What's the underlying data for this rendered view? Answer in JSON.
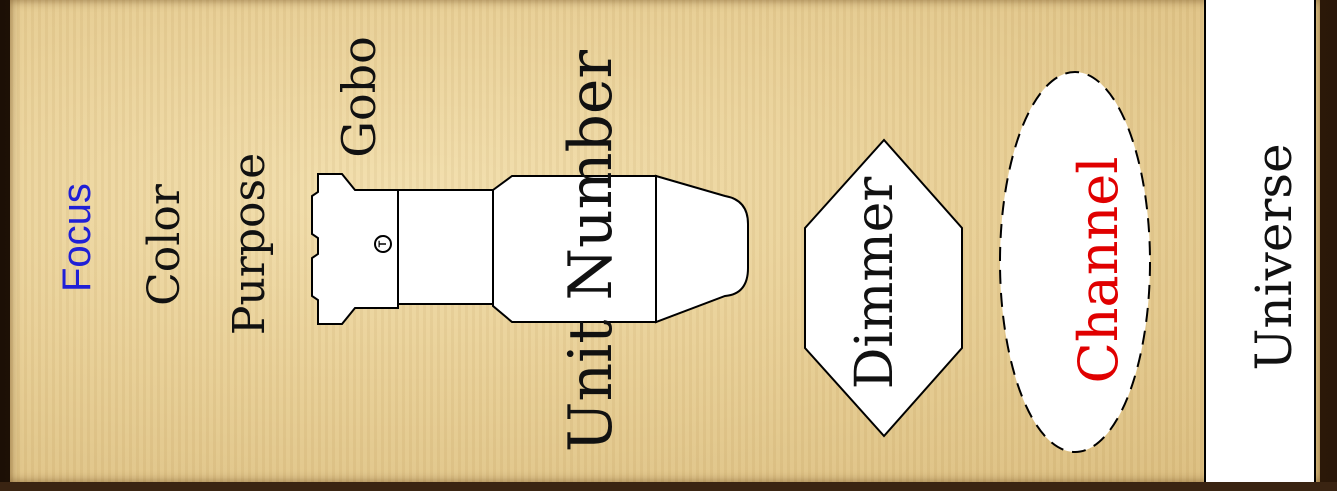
{
  "labels": {
    "focus": "Focus",
    "color": "Color",
    "purpose": "Purpose",
    "gobo": "Gobo",
    "unit_number": "Unit Number",
    "dimmer": "Dimmer",
    "channel": "Channel",
    "universe": "Universe"
  },
  "symbol": {
    "fixture_letter": "T"
  },
  "colors": {
    "focus_text": "#1f1fd6",
    "channel_text": "#e00000",
    "default_text": "#111111",
    "background": "#e8cf96"
  }
}
